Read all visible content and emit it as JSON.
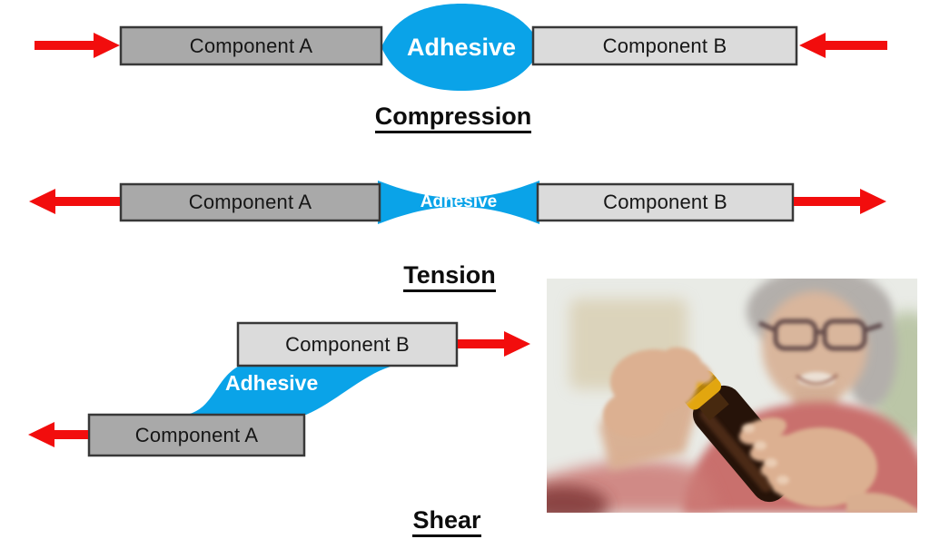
{
  "page": {
    "background": "#ffffff"
  },
  "colors": {
    "adhesive_blue": "#0aa3e8",
    "arrow_red": "#f20d0d",
    "component_a_fill": "#a9a9a9",
    "component_b_fill": "#dbdbdb",
    "box_border": "#383838",
    "label_text": "#161616",
    "adhesive_text": "#ffffff",
    "title_text": "#0d0d0d"
  },
  "diagram": {
    "compression": {
      "title": "Compression",
      "component_a_label": "Component A",
      "component_b_label": "Component B",
      "adhesive_label": "Adhesive"
    },
    "tension": {
      "title": "Tension",
      "component_a_label": "Component A",
      "component_b_label": "Component B",
      "adhesive_label": "Adhesive"
    },
    "shear": {
      "title": "Shear",
      "component_a_label": "Component A",
      "component_b_label": "Component B",
      "adhesive_label": "Adhesive"
    }
  },
  "photo": {
    "alt": "Elderly woman with glasses and gray hair struggling to twist open a small dark bottle with a gold cap"
  }
}
